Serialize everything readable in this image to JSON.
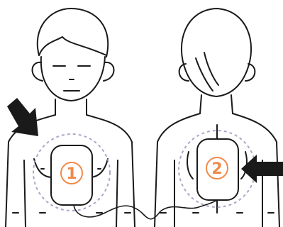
{
  "figures": [
    {
      "view": "front",
      "pad": {
        "number": "1"
      },
      "arrow": {
        "direction": "down-right"
      }
    },
    {
      "view": "back",
      "pad": {
        "number": "2"
      },
      "arrow": {
        "direction": "left"
      }
    }
  ],
  "colors": {
    "outline": "#1a1a1a",
    "arrow": "#1a1a1a",
    "pad_number": "#f08a4b",
    "placement_circle": "#a9a9c9"
  }
}
